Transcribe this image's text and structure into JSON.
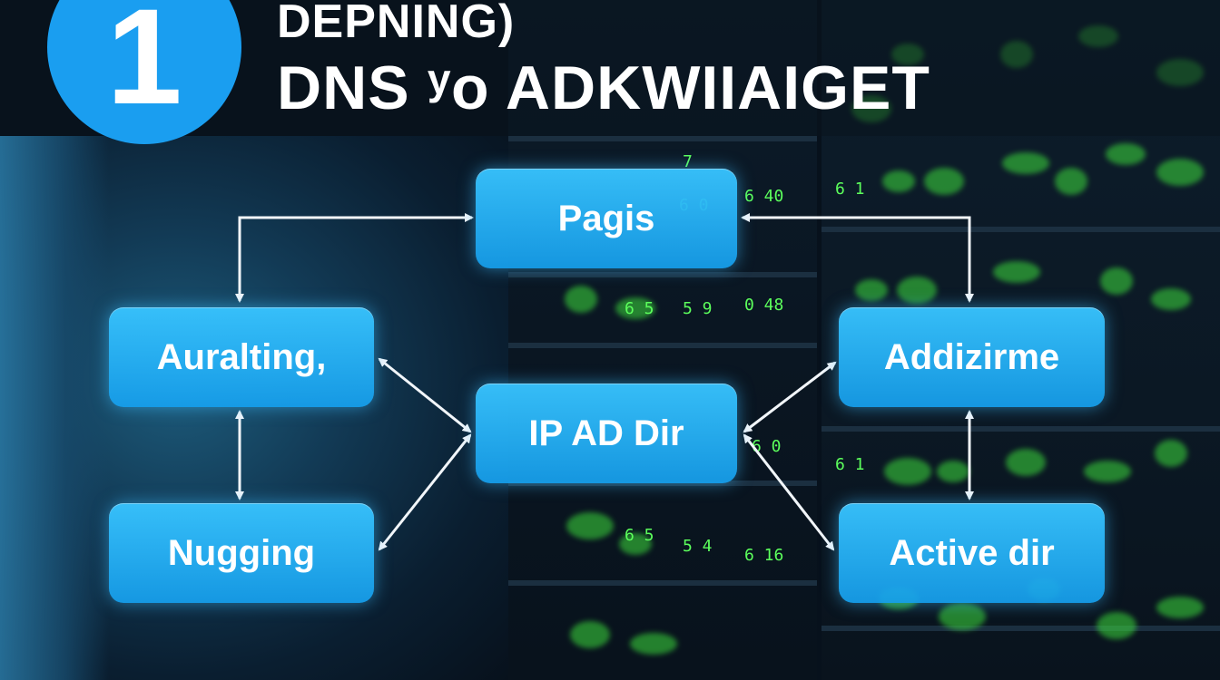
{
  "header": {
    "step_number": "1",
    "title_line1": "DEPNING)",
    "title_line2": "DNS ʸo ADKWIIAIGET"
  },
  "diagram": {
    "nodes": {
      "top": "Pagis",
      "left_upper": "Auralting,",
      "right_upper": "Addizirme",
      "center": "IP AD Dir",
      "left_lower": "Nugging",
      "right_lower": "Active dir"
    }
  },
  "background": {
    "rack_labels": [
      "7",
      "6 0",
      "6 40",
      "6 1",
      "6 5",
      "5 9",
      "0 48",
      "6 0",
      "6 5",
      "5 4",
      "6 16",
      "6 1"
    ]
  },
  "colors": {
    "node_fill": "#22aaf0",
    "step_circle": "#1a9ef0",
    "led_green": "#3cdc3c",
    "arrow": "#f2f6fa"
  }
}
